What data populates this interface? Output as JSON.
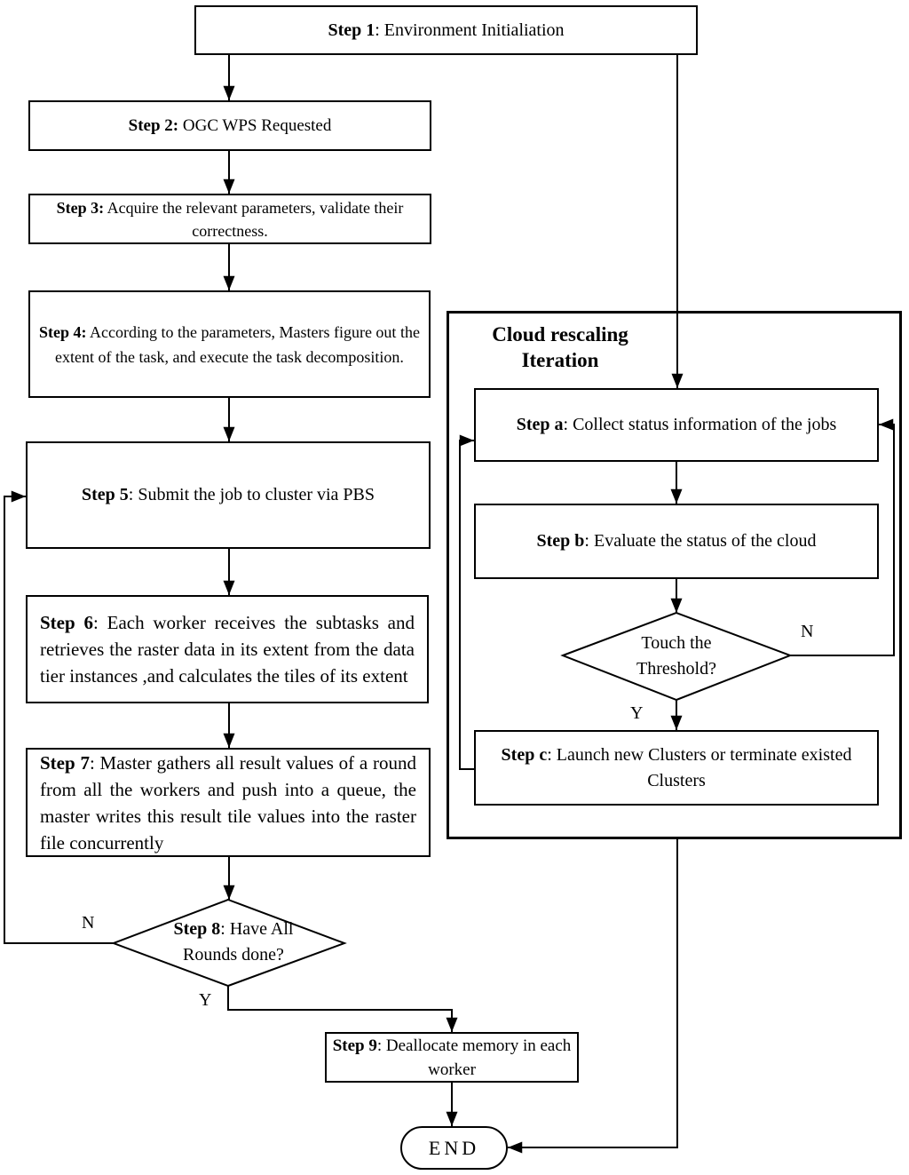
{
  "colors": {
    "ink": "#000000",
    "background": "#ffffff"
  },
  "nodes": {
    "step1": {
      "bold": "Step 1",
      "rest": ": Environment Initialiation"
    },
    "step2": {
      "bold": "Step 2:",
      "rest": " OGC WPS Requested"
    },
    "step3": {
      "bold": "Step 3:",
      "rest": " Acquire the relevant parameters, validate their correctness."
    },
    "step4": {
      "bold": "Step 4:",
      "rest": " According to the parameters, Masters figure out the extent of the task, and execute the task decomposition."
    },
    "step5": {
      "bold": "Step 5",
      "rest": ": Submit the job to cluster via PBS"
    },
    "step6": {
      "bold": "Step 6",
      "rest": ": Each worker receives the subtasks and retrieves  the raster data in its extent from the data tier instances ,and calculates the tiles of its extent"
    },
    "step7": {
      "bold": "Step 7",
      "rest": ": Master gathers all result values of a round from all the workers and push into a queue, the master  writes this result tile values into the raster file concurrently"
    },
    "step8": {
      "bold": "Step 8",
      "rest": ": Have All Rounds done?"
    },
    "step9": {
      "bold": "Step 9",
      "rest": ": Deallocate memory in each worker"
    },
    "step_a": {
      "bold": "Step a",
      "rest": ": Collect status information of the jobs"
    },
    "step_b": {
      "bold": "Step b",
      "rest": ": Evaluate the status of the cloud"
    },
    "step_c": {
      "bold": "Step c",
      "rest": ": Launch new Clusters or terminate existed Clusters"
    },
    "threshold": {
      "text": "Touch the Threshold?"
    },
    "end": {
      "text": "END"
    },
    "cloud_group": {
      "title": "Cloud rescaling Iteration"
    }
  },
  "branch_labels": {
    "step8_no": "N",
    "step8_yes": "Y",
    "threshold_no": "N",
    "threshold_yes": "Y"
  }
}
